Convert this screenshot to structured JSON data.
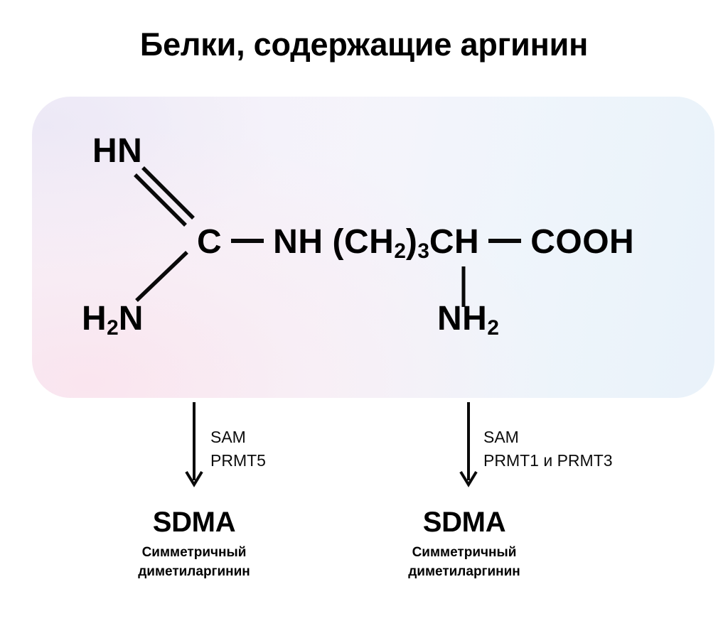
{
  "title": "Белки, содержащие аргинин",
  "molecule": {
    "name": "arginine-residue",
    "imino_group": "HN",
    "amino_group_html": "H<sub>2</sub>N",
    "chain": {
      "carbon": "C",
      "bond1": "—",
      "nh": "NH",
      "methylene_html": "(CH<sub>2</sub>)<sub>3</sub>",
      "ch": "CH",
      "bond2": "—",
      "carboxyl": "COOH"
    },
    "alpha_amino_html": "NH<sub>2</sub>",
    "double_bond_label": "double-bond",
    "single_bond_label": "single-bond",
    "vertical_bond_label": "vertical-bond"
  },
  "branches": [
    {
      "id": "left",
      "cofactor": "SAM",
      "enzyme": "PRMT5",
      "product_abbr": "SDMA",
      "product_line1": "Симметричный",
      "product_line2": "диметиларгинин"
    },
    {
      "id": "right",
      "cofactor": "SAM",
      "enzyme": "PRMT1 и PRMT3",
      "product_abbr": "SDMA",
      "product_line1": "Симметричный",
      "product_line2": "диметиларгинин"
    }
  ],
  "colors": {
    "text": "#000000",
    "background": "#ffffff",
    "panel_pink": "#fae4ee",
    "panel_lavender": "#ece8f6",
    "panel_blue": "#e9f2fa",
    "bond": "#0a0a0a"
  }
}
